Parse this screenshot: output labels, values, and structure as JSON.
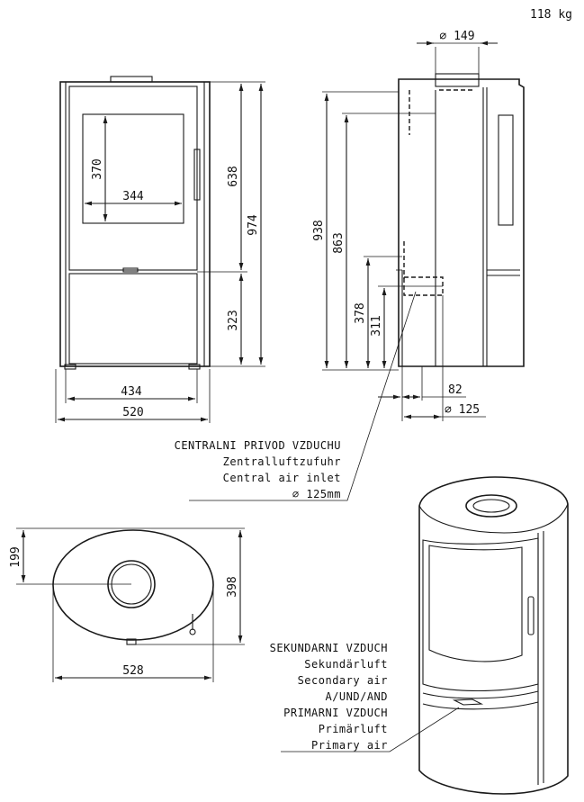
{
  "weight": "118 kg",
  "front_view": {
    "glass_height": "370",
    "glass_width": "344",
    "top_section_height": "638",
    "total_height": "974",
    "bottom_section_height": "323",
    "body_width": "434",
    "overall_width": "520"
  },
  "side_view": {
    "outlet_diameter": "∅ 149",
    "outlet_height": "938",
    "outlet_axis_height": "863",
    "inlet_top_height": "378",
    "inlet_axis_height": "311",
    "inlet_offset": "82",
    "inlet_diameter": "∅ 125"
  },
  "central_air_note": {
    "line1": "CENTRALNI PRIVOD VZDUCHU",
    "line2": "Zentralluftzufuhr",
    "line3": "Central air inlet",
    "line4": "∅ 125mm"
  },
  "top_view": {
    "outlet_offset": "199",
    "depth": "398",
    "width": "528"
  },
  "air_note": {
    "line1": "SEKUNDARNI VZDUCH",
    "line2": "Sekundärluft",
    "line3": "Secondary air",
    "line4": "A/UND/AND",
    "line5": "PRIMARNI VZDUCH",
    "line6": "Primärluft",
    "line7": "Primary air"
  }
}
